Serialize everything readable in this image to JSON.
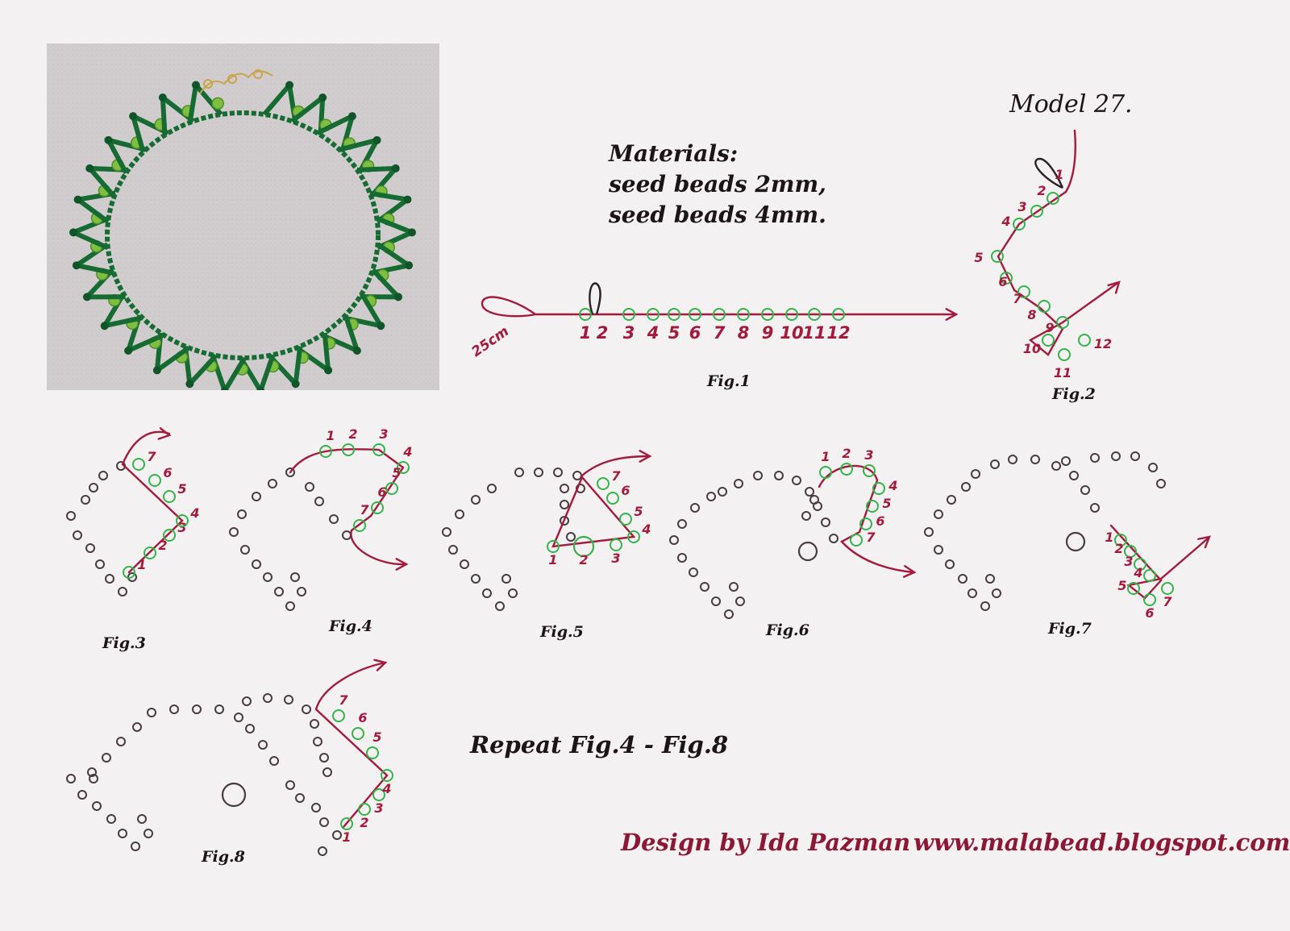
{
  "title": "Model 27.",
  "materials": {
    "heading": "Materials:",
    "line1": "seed beads 2mm,",
    "line2": "seed beads 4mm."
  },
  "repeat_note": "Repeat Fig.4 - Fig.8",
  "credit": {
    "designer": "Design by Ida Pazman",
    "website": "www.malabead.blogspot.com"
  },
  "thread_length_note": "25cm",
  "fig1": {
    "label": "Fig.1",
    "bead_numbers": [
      "1",
      "2",
      "3",
      "4",
      "5",
      "6",
      "7",
      "8",
      "9",
      "10",
      "11",
      "12"
    ]
  },
  "fig2": {
    "label": "Fig.2",
    "bead_numbers": [
      "1",
      "2",
      "3",
      "4",
      "5",
      "6",
      "7",
      "8",
      "9",
      "10",
      "11",
      "12"
    ]
  },
  "fig3": {
    "label": "Fig.3",
    "step_numbers": [
      "1",
      "2",
      "3",
      "4",
      "5",
      "6",
      "7"
    ]
  },
  "fig4": {
    "label": "Fig.4",
    "step_numbers": [
      "1",
      "2",
      "3",
      "4",
      "5",
      "6",
      "7"
    ]
  },
  "fig5": {
    "label": "Fig.5",
    "step_numbers": [
      "1",
      "2",
      "3",
      "4",
      "5",
      "6",
      "7"
    ]
  },
  "fig6": {
    "label": "Fig.6",
    "step_numbers": [
      "1",
      "2",
      "3",
      "4",
      "5",
      "6",
      "7"
    ]
  },
  "fig7": {
    "label": "Fig.7",
    "step_numbers": [
      "1",
      "2",
      "3",
      "4",
      "5",
      "6",
      "7"
    ]
  },
  "fig8": {
    "label": "Fig.8",
    "step_numbers": [
      "1",
      "2",
      "3",
      "4",
      "5",
      "6",
      "7"
    ]
  },
  "colors": {
    "thread": "#a31b3c",
    "new_bead": "#35b34a",
    "old_bead": "#4a3b3f",
    "necklace": "#166b33",
    "necklace_large_bead": "#7fbf3f",
    "photo_bg": "#cdc8c9"
  }
}
